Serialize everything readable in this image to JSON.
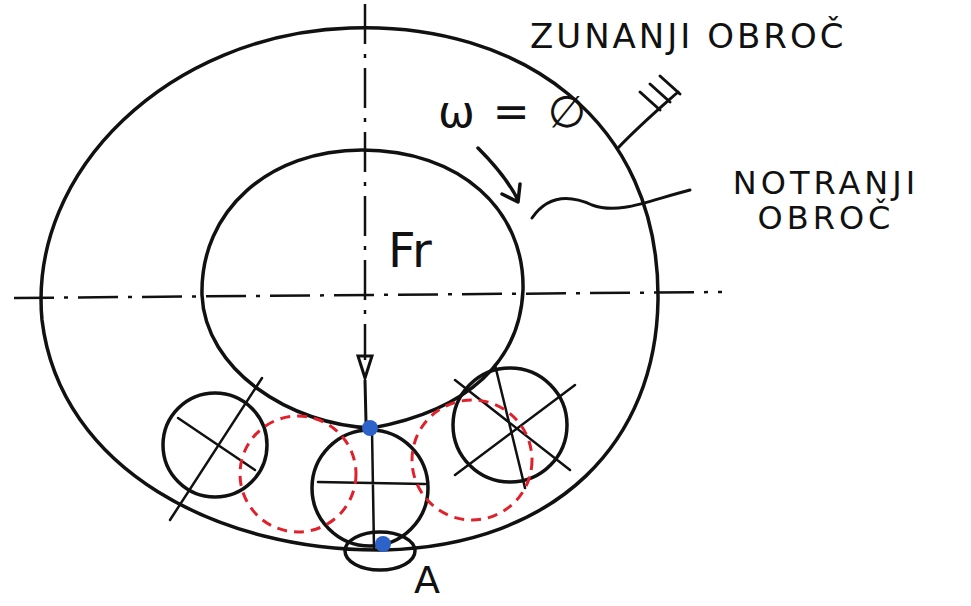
{
  "diagram": {
    "labels": [
      "ZUNANJI OBROČ",
      "ω = ∅",
      "NOTRANJI OBROČ",
      "Fr",
      "A"
    ]
  }
}
